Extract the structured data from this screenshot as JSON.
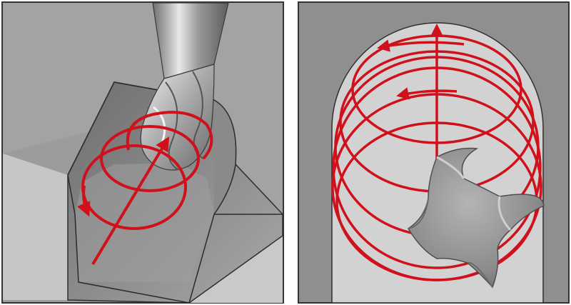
{
  "panels": [
    {
      "id": "left",
      "subject": "end-mill-helical-plunge-corner-pocket",
      "colors": {
        "frame_bg": "#9c9c9c",
        "top_surface": "#c4c4c4",
        "pocket_wall": "#7d7d7d",
        "tool_shank": "#8e8e8e",
        "tool_highlight": "#e6e6e6",
        "path": "#d0101a"
      }
    },
    {
      "id": "right",
      "subject": "circular-interpolation-slot-top-view",
      "colors": {
        "frame_bg": "#8f8f8f",
        "slot_floor": "#d2d2d2",
        "cutter_face": "#8a8a8a",
        "cutter_edge": "#5e5e5e",
        "path": "#d0101a"
      }
    }
  ],
  "helix_turns_right": 6
}
